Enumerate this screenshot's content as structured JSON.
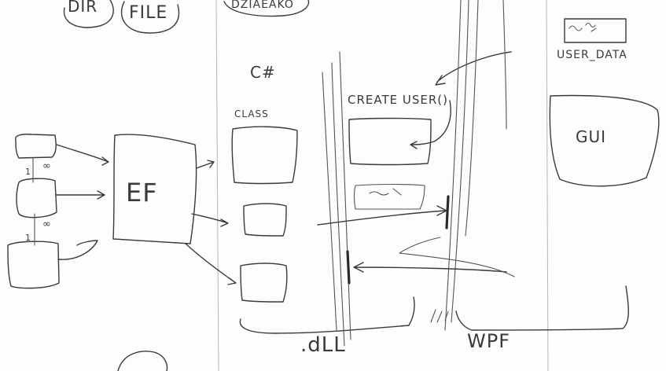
{
  "labels": {
    "dir": "DIR",
    "file": "FILE",
    "dziaeako": "DZIAEAKO",
    "user_data": "USER_DATA",
    "csharp": "C#",
    "class": "CLASS",
    "create_user": "CREATE USER()",
    "gui": "GUI",
    "ef": "EF",
    "inf1": "∞",
    "one1": "1",
    "inf2": "∞",
    "one2": "1",
    "dll": ".dLL",
    "wpf": "WPF"
  }
}
